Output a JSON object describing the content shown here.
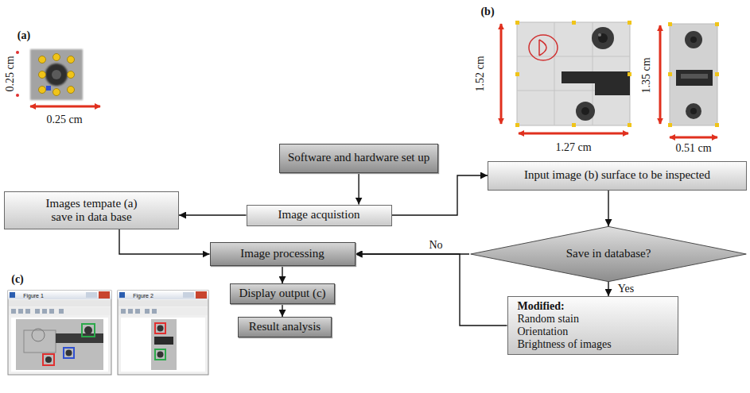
{
  "diagram": {
    "nodes": [
      {
        "text": [
          "Software and hardware set up"
        ]
      },
      {
        "text": [
          "Image acquistion"
        ]
      },
      {
        "text": [
          "Images tempate (a) save in data base"
        ]
      },
      {
        "text": [
          "Input image (b) surface to be inspected"
        ]
      },
      {
        "text": [
          "Save in database?"
        ]
      },
      {
        "text": [
          "Image processing"
        ]
      },
      {
        "text": [
          "Modified:",
          "Random stain",
          "Orientation",
          "Brightness of images"
        ]
      },
      {
        "text": [
          "Display output (c)"
        ]
      },
      {
        "text": [
          "Result analysis"
        ]
      }
    ],
    "edges": [
      {
        "from": 0,
        "to": 1,
        "arrow": "to"
      },
      {
        "from": 1,
        "to": 2,
        "arrow": "to"
      },
      {
        "from": 1,
        "to": 3,
        "arrow": "to"
      },
      {
        "from": 3,
        "to": 4,
        "arrow": "to"
      },
      {
        "from": 4,
        "to": 5,
        "label": "No",
        "arrow": "to"
      },
      {
        "from": 4,
        "to": 6,
        "label": "Yes",
        "arrow": "to"
      },
      {
        "from": 6,
        "to": 5,
        "arrow": "to"
      },
      {
        "from": 2,
        "to": 5,
        "arrow": "to"
      },
      {
        "from": 5,
        "to": 7,
        "arrow": "to"
      },
      {
        "from": 7,
        "to": 8,
        "arrow": "to"
      }
    ],
    "labels": [
      "(a)",
      "0.25 cm",
      "0.25 cm",
      "(b)",
      "1.52 cm",
      "1.27 cm",
      "1.35 cm",
      "0.51 cm",
      "(c)",
      "Figure 1",
      "Figure 2"
    ]
  }
}
